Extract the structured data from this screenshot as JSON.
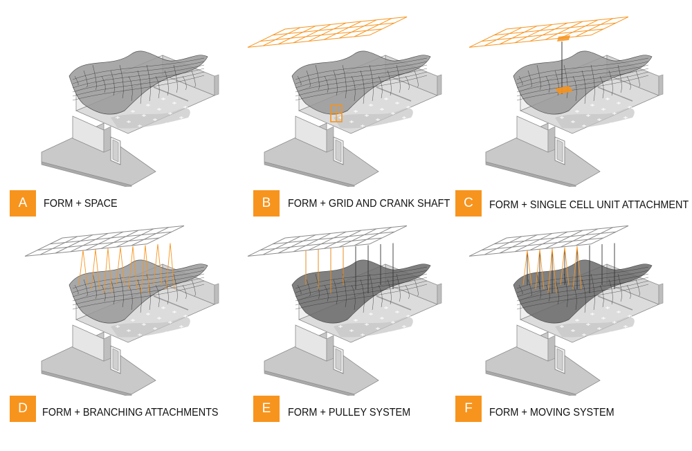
{
  "accent_color": "#f7941d",
  "panels": [
    {
      "letter": "A",
      "caption": "FORM + SPACE",
      "show_grid": false,
      "grid_orange": false,
      "shaft": false,
      "single_cell": false,
      "branching": false,
      "pulley": false,
      "moving": false
    },
    {
      "letter": "B",
      "caption": "FORM + GRID AND CRANK SHAFT",
      "show_grid": true,
      "grid_orange": true,
      "shaft": true,
      "single_cell": false,
      "branching": false,
      "pulley": false,
      "moving": false
    },
    {
      "letter": "C",
      "caption": "FORM + SINGLE CELL UNIT ATTACHMENT",
      "show_grid": true,
      "grid_orange": true,
      "shaft": false,
      "single_cell": true,
      "branching": false,
      "pulley": false,
      "moving": false
    },
    {
      "letter": "D",
      "caption": "FORM + BRANCHING ATTACHMENTS",
      "show_grid": true,
      "grid_orange": false,
      "shaft": false,
      "single_cell": false,
      "branching": true,
      "pulley": false,
      "moving": false
    },
    {
      "letter": "E",
      "caption": "FORM + PULLEY SYSTEM",
      "show_grid": true,
      "grid_orange": false,
      "shaft": false,
      "single_cell": false,
      "branching": false,
      "pulley": true,
      "moving": false
    },
    {
      "letter": "F",
      "caption": "FORM + MOVING SYSTEM",
      "show_grid": true,
      "grid_orange": false,
      "shaft": false,
      "single_cell": false,
      "branching": false,
      "pulley": false,
      "moving": true
    }
  ]
}
